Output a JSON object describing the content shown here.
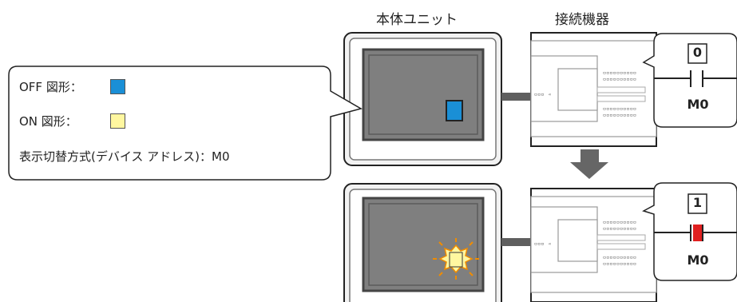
{
  "headers": {
    "main_unit": "本体ユニット",
    "connected_device": "接続機器"
  },
  "settings_callout": {
    "off_label": "OFF 図形：",
    "on_label": "ON 図形：",
    "switch_label": "表示切替方式(デバイス アドレス)：M0",
    "off_color": "#1a8fd6",
    "on_color": "#fff7a0"
  },
  "ladder_off": {
    "value": "0",
    "device": "M0"
  },
  "ladder_on": {
    "value": "1",
    "device": "M0"
  },
  "colors": {
    "panel_gray": "#7f7f7f",
    "arrow": "#666666",
    "contact_on": "#e02020"
  }
}
